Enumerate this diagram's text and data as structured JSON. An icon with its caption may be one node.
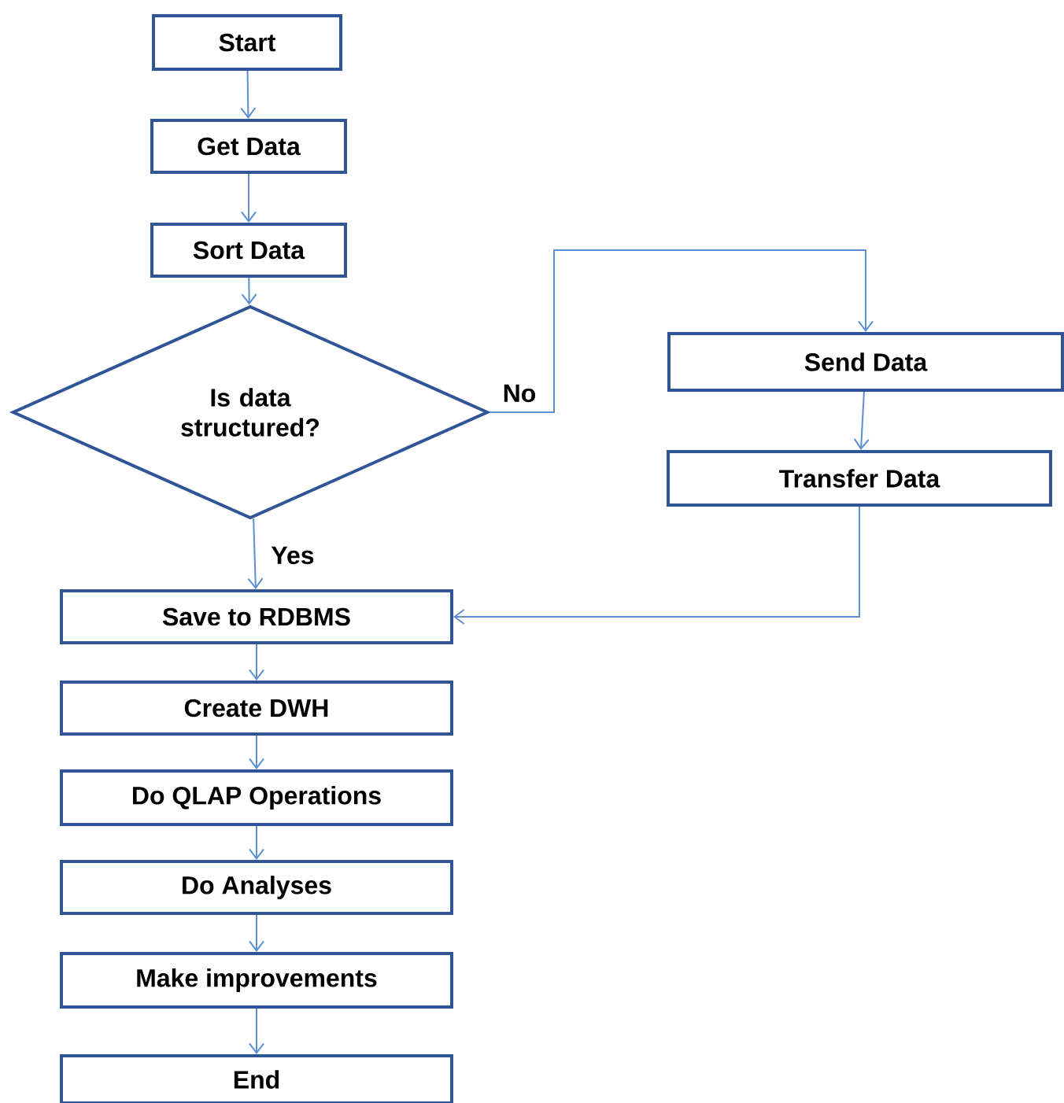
{
  "diagram": {
    "nodes": [
      {
        "text": [
          "Start"
        ]
      },
      {
        "text": [
          "Get Data"
        ]
      },
      {
        "text": [
          "Sort Data"
        ]
      },
      {
        "text": [
          "Is data structured?"
        ]
      },
      {
        "text": [
          "Send Data"
        ]
      },
      {
        "text": [
          "Transfer Data"
        ]
      },
      {
        "text": [
          "Save to RDBMS"
        ]
      },
      {
        "text": [
          "Create DWH"
        ]
      },
      {
        "text": [
          "Do QLAP Operations"
        ]
      },
      {
        "text": [
          "Do Analyses"
        ]
      },
      {
        "text": [
          "Make improvements"
        ]
      },
      {
        "text": [
          "End"
        ]
      }
    ],
    "edges": [
      {
        "from": 0,
        "to": 1,
        "arrow": "to"
      },
      {
        "from": 1,
        "to": 2,
        "arrow": "to"
      },
      {
        "from": 2,
        "to": 3,
        "arrow": "to"
      },
      {
        "from": 3,
        "to": 4,
        "arrow": "to",
        "label": "No"
      },
      {
        "from": 4,
        "to": 5,
        "arrow": "to"
      },
      {
        "from": 3,
        "to": 6,
        "arrow": "to",
        "label": "Yes"
      },
      {
        "from": 5,
        "to": 6,
        "arrow": "to"
      },
      {
        "from": 6,
        "to": 7,
        "arrow": "to"
      },
      {
        "from": 7,
        "to": 8,
        "arrow": "to"
      },
      {
        "from": 8,
        "to": 9,
        "arrow": "to"
      },
      {
        "from": 9,
        "to": 10,
        "arrow": "to"
      },
      {
        "from": 10,
        "to": 11,
        "arrow": "to"
      }
    ]
  }
}
